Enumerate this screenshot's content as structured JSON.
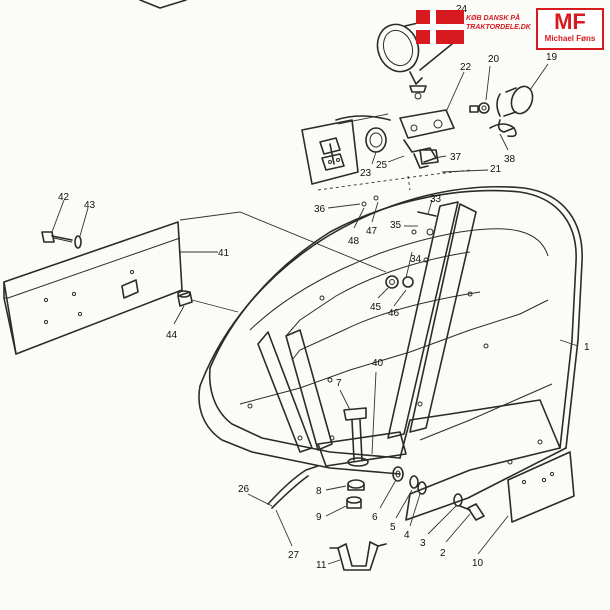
{
  "watermark": {
    "line1": "KØB DANSK PÅ",
    "line2": "TRAKTORDELE.DK",
    "flag_color": "#d71920",
    "accent_color": "#d71920"
  },
  "logo": {
    "mark": "MF",
    "name": "Michael Føns"
  },
  "callouts": [
    {
      "num": "24",
      "tag": "label-24"
    },
    {
      "num": "22",
      "tag": "label-22"
    },
    {
      "num": "20",
      "tag": "label-20"
    },
    {
      "num": "19",
      "tag": "label-19"
    },
    {
      "num": "37",
      "tag": "label-37"
    },
    {
      "num": "25",
      "tag": "label-25"
    },
    {
      "num": "38",
      "tag": "label-38"
    },
    {
      "num": "23",
      "tag": "label-23"
    },
    {
      "num": "21",
      "tag": "label-21"
    },
    {
      "num": "36",
      "tag": "label-36"
    },
    {
      "num": "33",
      "tag": "label-33"
    },
    {
      "num": "42",
      "tag": "label-42"
    },
    {
      "num": "43",
      "tag": "label-43"
    },
    {
      "num": "48",
      "tag": "label-48"
    },
    {
      "num": "47",
      "tag": "label-47"
    },
    {
      "num": "35",
      "tag": "label-35"
    },
    {
      "num": "41",
      "tag": "label-41"
    },
    {
      "num": "34",
      "tag": "label-34"
    },
    {
      "num": "45",
      "tag": "label-45"
    },
    {
      "num": "46",
      "tag": "label-46"
    },
    {
      "num": "44",
      "tag": "label-44"
    },
    {
      "num": "1",
      "tag": "label-1"
    },
    {
      "num": "40",
      "tag": "label-40"
    },
    {
      "num": "7",
      "tag": "label-7"
    },
    {
      "num": "26",
      "tag": "label-26"
    },
    {
      "num": "8",
      "tag": "label-8"
    },
    {
      "num": "6",
      "tag": "label-6"
    },
    {
      "num": "5",
      "tag": "label-5"
    },
    {
      "num": "4",
      "tag": "label-4"
    },
    {
      "num": "9",
      "tag": "label-9"
    },
    {
      "num": "3",
      "tag": "label-3"
    },
    {
      "num": "2",
      "tag": "label-2"
    },
    {
      "num": "10",
      "tag": "label-10"
    },
    {
      "num": "27",
      "tag": "label-27"
    },
    {
      "num": "11",
      "tag": "label-11"
    }
  ]
}
